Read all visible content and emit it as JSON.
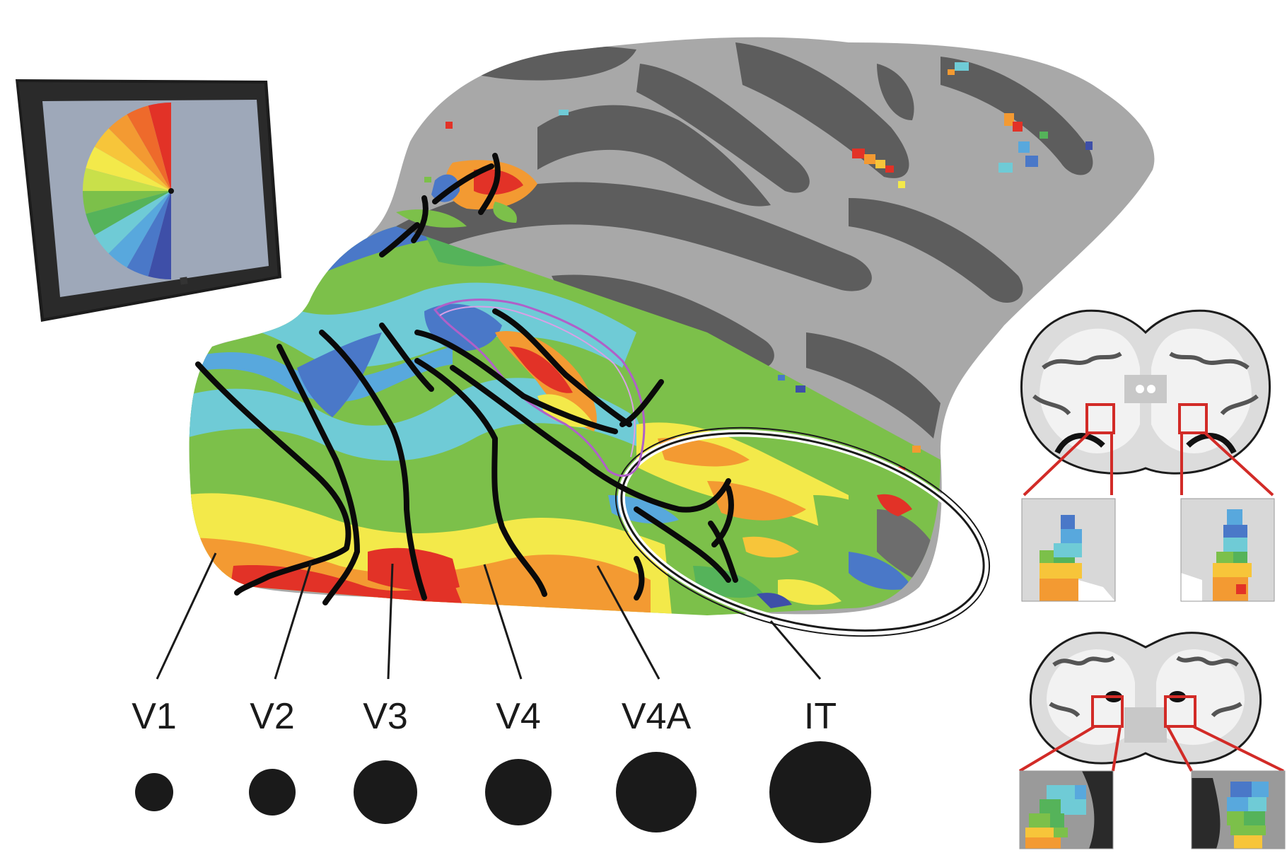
{
  "areas": [
    {
      "label": "V1",
      "rf_rank": 1
    },
    {
      "label": "V2",
      "rf_rank": 1
    },
    {
      "label": "V3",
      "rf_rank": 2
    },
    {
      "label": "V4",
      "rf_rank": 2
    },
    {
      "label": "V4A",
      "rf_rank": 3
    },
    {
      "label": "IT",
      "rf_rank": 4
    }
  ],
  "polar_angle_colors": [
    "#e23227",
    "#ee6a2b",
    "#f39a32",
    "#f7c53a",
    "#f3e94a",
    "#c9e04a",
    "#7cc04a",
    "#55b35a",
    "#6fcbd6",
    "#58a8dd",
    "#4a78c8",
    "#3e4fa8"
  ],
  "colors": {
    "monitor_screen": "#9ea8b9",
    "monitor_frame": "#1c1c1c",
    "cortex_light": "#a8a8a8",
    "cortex_dark": "#5d5d5d",
    "boundary_line": "#0a0a0a",
    "roi_outline": "#b060c8",
    "inset_line": "#d22b27"
  }
}
